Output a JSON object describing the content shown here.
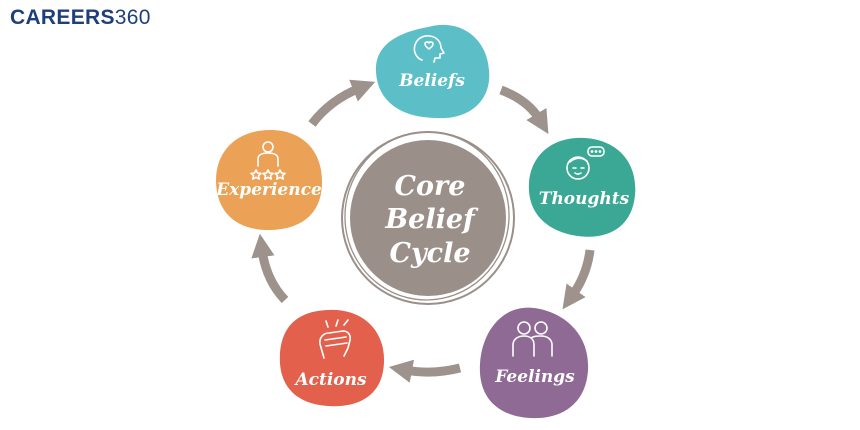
{
  "brand": {
    "name": "CAREERS",
    "number": "360"
  },
  "center": {
    "lines": [
      "Core",
      "Belief",
      "Cycle"
    ],
    "color": "#9a8f89"
  },
  "nodes": [
    {
      "label": "Beliefs",
      "icon": "head-heart-icon",
      "color": "#5cbfc8"
    },
    {
      "label": "Thoughts",
      "icon": "thinking-face-icon",
      "color": "#3aa895"
    },
    {
      "label": "Feelings",
      "icon": "two-people-icon",
      "color": "#8e6a95"
    },
    {
      "label": "Actions",
      "icon": "fist-icon",
      "color": "#e2604c"
    },
    {
      "label": "Experience",
      "icon": "person-stars-icon",
      "color": "#eba257"
    }
  ],
  "arrow_color": "#9d928c"
}
